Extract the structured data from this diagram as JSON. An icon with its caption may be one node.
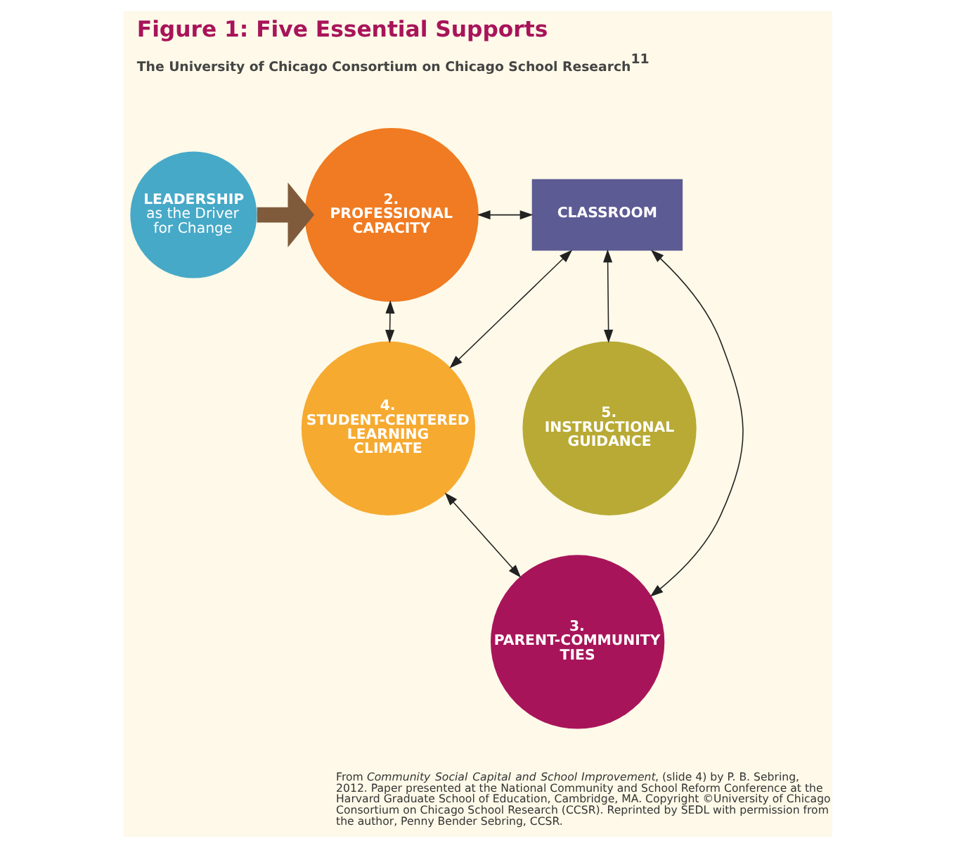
{
  "diagram": {
    "title": "Figure 1: Five Essential Supports",
    "caption": "From *Community Social Capital and School Improvement*, (slide 4) by P. B. Sebring, 2012. Paper presented at the National Community and School Reform Conference at the Harvard Graduate School of Education, Cambridge, MA. Copyright ©University of Chicago Consortium on Chicago School Research (CCSR). Reprinted by SEDL with permission from the author, Penny Bender Sebring, CCSR.",
    "nodes": [
      {
        "text": [
          "LEADERSHIP",
          "as the Driver for Change"
        ]
      },
      {
        "text": [
          "2. PROFESSIONAL CAPACITY"
        ]
      },
      {
        "text": [
          "CLASSROOM"
        ]
      },
      {
        "text": [
          "4. STUDENT-CENTERED LEARNING CLIMATE"
        ]
      },
      {
        "text": [
          "5. INSTRUCTIONAL GUIDANCE"
        ]
      },
      {
        "text": [
          "3. PARENT-COMMUNITY TIES"
        ]
      }
    ],
    "edges": [
      {
        "from": 0,
        "to": 1,
        "arrow": "to",
        "style": "thick",
        "color": "#7f5b3c"
      },
      {
        "from": 1,
        "to": 2,
        "arrow": "both"
      },
      {
        "from": 1,
        "to": 3,
        "arrow": "both"
      },
      {
        "from": 2,
        "to": 3,
        "arrow": "both"
      },
      {
        "from": 2,
        "to": 5,
        "arrow": "both"
      },
      {
        "from": 2,
        "to": 4,
        "arrow": "both"
      },
      {
        "from": 3,
        "to": 5,
        "arrow": "both"
      }
    ],
    "labels": [
      "The University of Chicago Consortium on Chicago School Research$^{11}$"
    ]
  }
}
